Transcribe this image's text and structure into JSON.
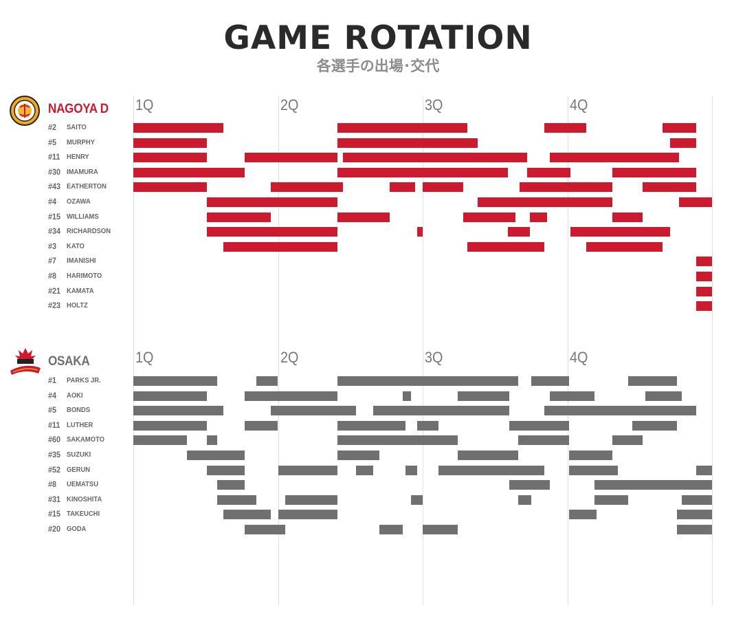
{
  "title": "GAME ROTATION",
  "subtitle": "各選手の出場･交代",
  "colors": {
    "nagoya": "#cc1a2e",
    "osaka": "#707070"
  },
  "chart_data": {
    "type": "gantt",
    "x_unit": "game minutes",
    "xlim": [
      0,
      40
    ],
    "quarters": [
      "1Q",
      "2Q",
      "3Q",
      "4Q"
    ],
    "teams": [
      {
        "name": "NAGOYA D",
        "color": "#cc1a2e",
        "players": [
          {
            "num": "#2",
            "name": "SAITO",
            "stints": [
              [
                0,
                6.2
              ],
              [
                14.1,
                23.1
              ],
              [
                28.4,
                31.3
              ],
              [
                36.6,
                38.9
              ]
            ]
          },
          {
            "num": "#5",
            "name": "MURPHY",
            "stints": [
              [
                0,
                5.1
              ],
              [
                14.1,
                23.8
              ],
              [
                37.1,
                38.9
              ]
            ]
          },
          {
            "num": "#11",
            "name": "HENRY",
            "stints": [
              [
                0,
                5.1
              ],
              [
                7.7,
                14.1
              ],
              [
                14.5,
                27.2
              ],
              [
                28.8,
                37.7
              ]
            ]
          },
          {
            "num": "#30",
            "name": "IMAMURA",
            "stints": [
              [
                0,
                7.7
              ],
              [
                14.1,
                25.9
              ],
              [
                27.2,
                30.2
              ],
              [
                33.1,
                38.9
              ]
            ]
          },
          {
            "num": "#43",
            "name": "EATHERTON",
            "stints": [
              [
                0,
                5.1
              ],
              [
                9.5,
                14.5
              ],
              [
                17.7,
                19.5
              ],
              [
                20.0,
                22.8
              ],
              [
                26.7,
                33.1
              ],
              [
                35.2,
                38.9
              ]
            ]
          },
          {
            "num": "#4",
            "name": "OZAWA",
            "stints": [
              [
                5.1,
                14.1
              ],
              [
                23.8,
                33.1
              ],
              [
                37.7,
                40
              ]
            ]
          },
          {
            "num": "#15",
            "name": "WILLIAMS",
            "stints": [
              [
                5.1,
                9.5
              ],
              [
                14.1,
                17.7
              ],
              [
                22.8,
                26.4
              ],
              [
                27.4,
                28.6
              ],
              [
                33.1,
                35.2
              ]
            ]
          },
          {
            "num": "#34",
            "name": "RICHARDSON",
            "stints": [
              [
                5.1,
                14.1
              ],
              [
                19.6,
                20.0
              ],
              [
                25.9,
                27.4
              ],
              [
                30.2,
                37.1
              ]
            ]
          },
          {
            "num": "#3",
            "name": "KATO",
            "stints": [
              [
                6.2,
                14.1
              ],
              [
                23.1,
                28.4
              ],
              [
                31.3,
                36.6
              ]
            ]
          },
          {
            "num": "#7",
            "name": "IMANISHI",
            "stints": [
              [
                38.9,
                40
              ]
            ]
          },
          {
            "num": "#8",
            "name": "HARIMOTO",
            "stints": [
              [
                38.9,
                40
              ]
            ]
          },
          {
            "num": "#21",
            "name": "KAMATA",
            "stints": [
              [
                38.9,
                40
              ]
            ]
          },
          {
            "num": "#23",
            "name": "HOLTZ",
            "stints": [
              [
                38.9,
                40
              ]
            ]
          }
        ]
      },
      {
        "name": "OSAKA",
        "color": "#707070",
        "players": [
          {
            "num": "#1",
            "name": "PARKS JR.",
            "stints": [
              [
                0,
                5.8
              ],
              [
                8.5,
                10.0
              ],
              [
                14.1,
                26.6
              ],
              [
                27.5,
                30.1
              ],
              [
                34.2,
                37.6
              ]
            ]
          },
          {
            "num": "#4",
            "name": "AOKI",
            "stints": [
              [
                0,
                5.1
              ],
              [
                7.7,
                14.1
              ],
              [
                18.6,
                19.2
              ],
              [
                22.4,
                26.0
              ],
              [
                28.8,
                31.9
              ],
              [
                35.4,
                37.9
              ]
            ]
          },
          {
            "num": "#5",
            "name": "BONDS",
            "stints": [
              [
                0,
                6.2
              ],
              [
                9.5,
                15.4
              ],
              [
                16.6,
                26.0
              ],
              [
                28.4,
                38.9
              ]
            ]
          },
          {
            "num": "#11",
            "name": "LUTHER",
            "stints": [
              [
                0,
                5.1
              ],
              [
                7.7,
                10.0
              ],
              [
                14.1,
                18.8
              ],
              [
                19.6,
                21.1
              ],
              [
                26.0,
                30.1
              ],
              [
                34.5,
                37.6
              ]
            ]
          },
          {
            "num": "#60",
            "name": "SAKAMOTO",
            "stints": [
              [
                0,
                3.7
              ],
              [
                5.1,
                5.8
              ],
              [
                14.1,
                22.4
              ],
              [
                26.6,
                30.1
              ],
              [
                33.1,
                35.2
              ]
            ]
          },
          {
            "num": "#35",
            "name": "SUZUKI",
            "stints": [
              [
                3.7,
                7.7
              ],
              [
                14.1,
                17.0
              ],
              [
                22.4,
                26.6
              ],
              [
                30.1,
                33.1
              ]
            ]
          },
          {
            "num": "#52",
            "name": "GERUN",
            "stints": [
              [
                5.1,
                7.7
              ],
              [
                10.0,
                14.1
              ],
              [
                15.4,
                16.6
              ],
              [
                18.8,
                19.6
              ],
              [
                21.1,
                28.4
              ],
              [
                30.1,
                33.5
              ],
              [
                38.9,
                40
              ]
            ]
          },
          {
            "num": "#8",
            "name": "UEMATSU",
            "stints": [
              [
                5.8,
                7.7
              ],
              [
                26.0,
                28.8
              ],
              [
                31.9,
                40
              ]
            ]
          },
          {
            "num": "#31",
            "name": "KINOSHITA",
            "stints": [
              [
                5.8,
                8.5
              ],
              [
                10.5,
                14.1
              ],
              [
                19.2,
                20.0
              ],
              [
                26.6,
                27.5
              ],
              [
                31.9,
                34.2
              ],
              [
                37.9,
                40
              ]
            ]
          },
          {
            "num": "#15",
            "name": "TAKEUCHI",
            "stints": [
              [
                6.2,
                9.5
              ],
              [
                10.0,
                14.1
              ],
              [
                30.1,
                32.0
              ],
              [
                37.6,
                40
              ]
            ]
          },
          {
            "num": "#20",
            "name": "GODA",
            "stints": [
              [
                7.7,
                10.5
              ],
              [
                17.0,
                18.6
              ],
              [
                20.0,
                22.4
              ],
              [
                37.6,
                40
              ]
            ]
          }
        ]
      }
    ]
  }
}
